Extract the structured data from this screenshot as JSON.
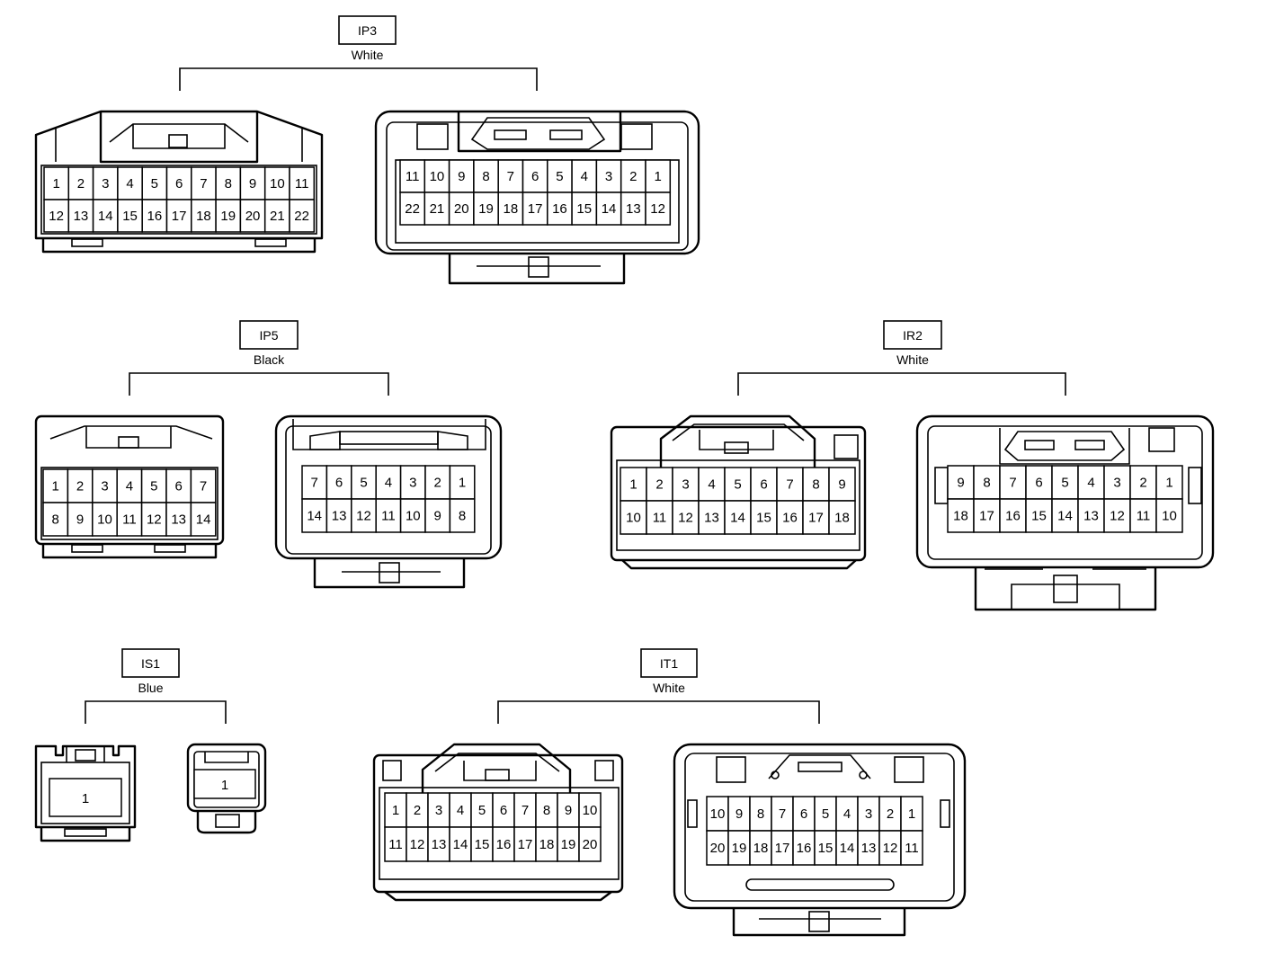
{
  "connectors": [
    {
      "id": "IP3",
      "color": "White",
      "views": [
        {
          "rows": [
            [
              "1",
              "2",
              "3",
              "4",
              "5",
              "6",
              "7",
              "8",
              "9",
              "10",
              "11"
            ],
            [
              "12",
              "13",
              "14",
              "15",
              "16",
              "17",
              "18",
              "19",
              "20",
              "21",
              "22"
            ]
          ]
        },
        {
          "rows": [
            [
              "11",
              "10",
              "9",
              "8",
              "7",
              "6",
              "5",
              "4",
              "3",
              "2",
              "1"
            ],
            [
              "22",
              "21",
              "20",
              "19",
              "18",
              "17",
              "16",
              "15",
              "14",
              "13",
              "12"
            ]
          ]
        }
      ]
    },
    {
      "id": "IP5",
      "color": "Black",
      "views": [
        {
          "rows": [
            [
              "1",
              "2",
              "3",
              "4",
              "5",
              "6",
              "7"
            ],
            [
              "8",
              "9",
              "10",
              "11",
              "12",
              "13",
              "14"
            ]
          ]
        },
        {
          "rows": [
            [
              "7",
              "6",
              "5",
              "4",
              "3",
              "2",
              "1"
            ],
            [
              "14",
              "13",
              "12",
              "11",
              "10",
              "9",
              "8"
            ]
          ]
        }
      ]
    },
    {
      "id": "IR2",
      "color": "White",
      "views": [
        {
          "rows": [
            [
              "1",
              "2",
              "3",
              "4",
              "5",
              "6",
              "7",
              "8",
              "9"
            ],
            [
              "10",
              "11",
              "12",
              "13",
              "14",
              "15",
              "16",
              "17",
              "18"
            ]
          ]
        },
        {
          "rows": [
            [
              "9",
              "8",
              "7",
              "6",
              "5",
              "4",
              "3",
              "2",
              "1"
            ],
            [
              "18",
              "17",
              "16",
              "15",
              "14",
              "13",
              "12",
              "11",
              "10"
            ]
          ]
        }
      ]
    },
    {
      "id": "IS1",
      "color": "Blue",
      "views": [
        {
          "rows": [
            [
              "1"
            ]
          ]
        },
        {
          "rows": [
            [
              "1"
            ]
          ]
        }
      ]
    },
    {
      "id": "IT1",
      "color": "White",
      "views": [
        {
          "rows": [
            [
              "1",
              "2",
              "3",
              "4",
              "5",
              "6",
              "7",
              "8",
              "9",
              "10"
            ],
            [
              "11",
              "12",
              "13",
              "14",
              "15",
              "16",
              "17",
              "18",
              "19",
              "20"
            ]
          ]
        },
        {
          "rows": [
            [
              "10",
              "9",
              "8",
              "7",
              "6",
              "5",
              "4",
              "3",
              "2",
              "1"
            ],
            [
              "20",
              "19",
              "18",
              "17",
              "16",
              "15",
              "14",
              "13",
              "12",
              "11"
            ]
          ]
        }
      ]
    }
  ]
}
